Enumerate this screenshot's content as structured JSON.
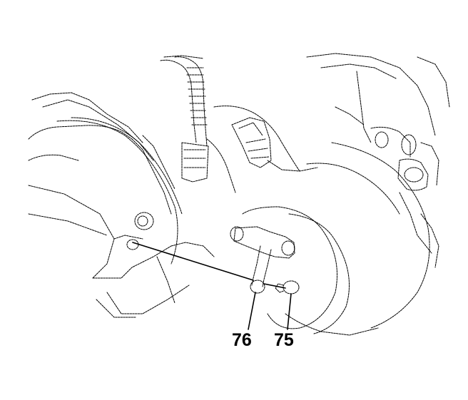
{
  "callouts": [
    {
      "id": "76",
      "label": "76"
    },
    {
      "id": "75",
      "label": "75"
    }
  ],
  "colors": {
    "line": "#000000",
    "background": "#ffffff"
  }
}
